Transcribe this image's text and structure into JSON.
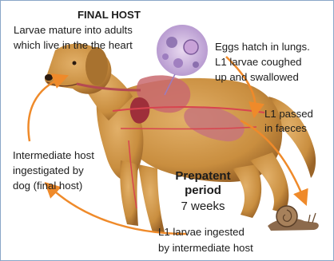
{
  "final_host": {
    "title": "FINAL HOST",
    "line1": "Larvae mature into adults",
    "line2": "which live in the the heart"
  },
  "eggs_stage": {
    "line1": "Eggs hatch in lungs.",
    "line2": "L1 larvae coughed",
    "line3": "up and swallowed"
  },
  "faeces_stage": {
    "line1": "L1 passed",
    "line2": "in faeces"
  },
  "intermediate_stage": {
    "line1": "Intermediate host",
    "line2": "ingestigated by",
    "line3": "dog (final host)"
  },
  "prepatent": {
    "line1": "Prepatent",
    "line2": "period",
    "duration": "7 weeks"
  },
  "ingest_stage": {
    "line1": "L1 larvae ingested",
    "line2": "by intermediate host"
  },
  "colors": {
    "arrow": "#ef8a2a",
    "dog_fur": "#c98e3f",
    "organs": "#b54a52",
    "border": "#8aa6c8"
  }
}
